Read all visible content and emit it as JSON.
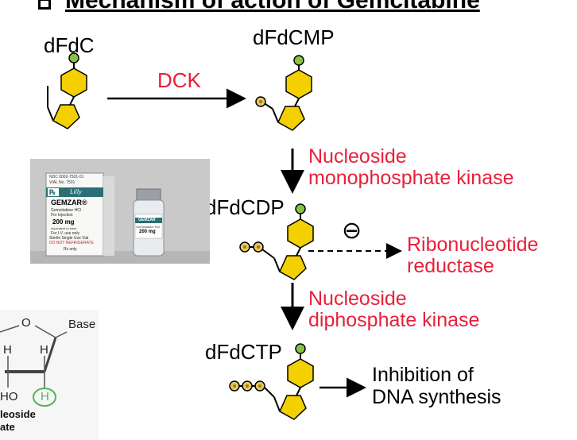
{
  "title": "Mechanism of action of Gemcitabine",
  "compounds": {
    "dfdc": "dFdC",
    "dfdcmp": "dFdCMP",
    "dfdcdp": "dFdCDP",
    "dfdctp": "dFdCTP"
  },
  "enzymes": {
    "dck": "DCK",
    "nmk_1": "Nucleoside",
    "nmk_2": "monophosphate kinase",
    "rnr_1": "Ribonucleotide",
    "rnr_2": "reductase",
    "ndk_1": "Nucleoside",
    "ndk_2": "diphosphate kinase"
  },
  "inhibition_symbol": "⊖",
  "outcome": {
    "line1": "Inhibition of",
    "line2": "DNA synthesis"
  },
  "product_photo": {
    "box_code": "NDC 0002-7501-01",
    "box_vial": "VIAL No. 7501",
    "brand": "Lilly",
    "rx": "℞",
    "name": "GEMZAR®",
    "generic": "Gemcitabine HCl",
    "route": "For Injection",
    "dose": "200 mg",
    "equiv": "equivalent to base",
    "use": "For I.V. use only",
    "sterile": "Sterile Single Use Vial",
    "norefrig": "DO NOT REFRIGERATE",
    "rxonly": "Rx only",
    "vial_name": "GEMZAR",
    "vial_generic": "Gemcitabine HCl",
    "vial_dose": "200 mg"
  },
  "structure": {
    "o": "O",
    "base": "Base",
    "h1": "H",
    "h2": "H",
    "ho": "HO",
    "h3": "H",
    "cap1": "leoside",
    "cap2": "ate"
  },
  "colors": {
    "enzyme_red": "#e8203a",
    "phosphate_green": "#86c440",
    "sugar_yellow": "#f4d000",
    "fluorine_tan": "#e7c75c"
  }
}
